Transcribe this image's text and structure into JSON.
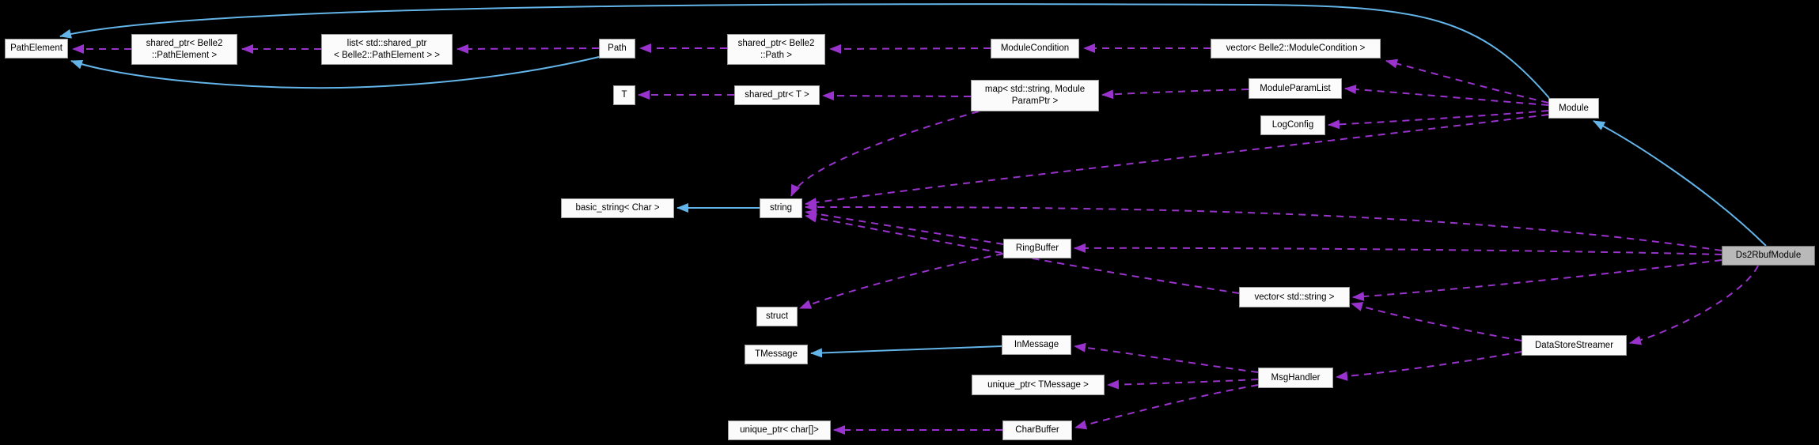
{
  "diagram": {
    "kind": "doxygen-collaboration-graph",
    "background_color": "#000000",
    "node_fill": "#fbfbfb",
    "node_border": "#9b9b9b",
    "highlight_node_fill": "#b9b9b9",
    "usage_edge_color": "#9a32cd",
    "inheritance_edge_color": "#63b4e8",
    "usage_edge_style": "dashed",
    "inheritance_edge_style": "solid"
  },
  "nodes": {
    "pathelement": {
      "label": "PathElement"
    },
    "shared_ptr_pathelement": {
      "label": "shared_ptr< Belle2\n::PathElement >"
    },
    "list_shared_ptr_pathelement": {
      "label": "list< std::shared_ptr\n< Belle2::PathElement > >"
    },
    "path": {
      "label": "Path"
    },
    "shared_ptr_path": {
      "label": "shared_ptr< Belle2\n::Path >"
    },
    "modulecondition": {
      "label": "ModuleCondition"
    },
    "vector_modulecondition": {
      "label": "vector< Belle2::ModuleCondition >"
    },
    "t": {
      "label": "T"
    },
    "shared_ptr_t": {
      "label": "shared_ptr< T >"
    },
    "map_moduleparamptr": {
      "label": "map< std::string, Module\nParamPtr >"
    },
    "moduleparamlist": {
      "label": "ModuleParamList"
    },
    "logconfig": {
      "label": "LogConfig"
    },
    "module": {
      "label": "Module"
    },
    "basic_string": {
      "label": "basic_string< Char >"
    },
    "string": {
      "label": "string"
    },
    "ringbuffer": {
      "label": "RingBuffer"
    },
    "ds2rbufmodule": {
      "label": "Ds2RbufModule"
    },
    "vector_string": {
      "label": "vector< std::string >"
    },
    "struct": {
      "label": "struct"
    },
    "tmessage": {
      "label": "TMessage"
    },
    "inmessage": {
      "label": "InMessage"
    },
    "datastorestreamer": {
      "label": "DataStoreStreamer"
    },
    "unique_ptr_tmessage": {
      "label": "unique_ptr< TMessage >"
    },
    "msghandler": {
      "label": "MsgHandler"
    },
    "unique_ptr_char": {
      "label": "unique_ptr< char[]>"
    },
    "charbuffer": {
      "label": "CharBuffer"
    }
  },
  "edges": [
    {
      "from": "shared_ptr_pathelement",
      "to": "pathelement",
      "relation": "usage"
    },
    {
      "from": "list_shared_ptr_pathelement",
      "to": "shared_ptr_pathelement",
      "relation": "usage"
    },
    {
      "from": "path",
      "to": "list_shared_ptr_pathelement",
      "relation": "usage"
    },
    {
      "from": "shared_ptr_path",
      "to": "path",
      "relation": "usage"
    },
    {
      "from": "modulecondition",
      "to": "shared_ptr_path",
      "relation": "usage"
    },
    {
      "from": "vector_modulecondition",
      "to": "modulecondition",
      "relation": "usage"
    },
    {
      "from": "module",
      "to": "vector_modulecondition",
      "relation": "usage"
    },
    {
      "from": "shared_ptr_t",
      "to": "t",
      "relation": "usage"
    },
    {
      "from": "map_moduleparamptr",
      "to": "shared_ptr_t",
      "relation": "usage"
    },
    {
      "from": "moduleparamlist",
      "to": "map_moduleparamptr",
      "relation": "usage"
    },
    {
      "from": "module",
      "to": "moduleparamlist",
      "relation": "usage"
    },
    {
      "from": "module",
      "to": "logconfig",
      "relation": "usage"
    },
    {
      "from": "module",
      "to": "string",
      "relation": "usage"
    },
    {
      "from": "map_moduleparamptr",
      "to": "string",
      "relation": "usage"
    },
    {
      "from": "ds2rbufmodule",
      "to": "string",
      "relation": "usage"
    },
    {
      "from": "ringbuffer",
      "to": "string",
      "relation": "usage"
    },
    {
      "from": "vector_string",
      "to": "string",
      "relation": "usage"
    },
    {
      "from": "ringbuffer",
      "to": "struct",
      "relation": "usage"
    },
    {
      "from": "ds2rbufmodule",
      "to": "ringbuffer",
      "relation": "usage"
    },
    {
      "from": "ds2rbufmodule",
      "to": "vector_string",
      "relation": "usage"
    },
    {
      "from": "ds2rbufmodule",
      "to": "datastorestreamer",
      "relation": "usage"
    },
    {
      "from": "datastorestreamer",
      "to": "vector_string",
      "relation": "usage"
    },
    {
      "from": "datastorestreamer",
      "to": "msghandler",
      "relation": "usage"
    },
    {
      "from": "msghandler",
      "to": "inmessage",
      "relation": "usage"
    },
    {
      "from": "msghandler",
      "to": "unique_ptr_tmessage",
      "relation": "usage"
    },
    {
      "from": "msghandler",
      "to": "charbuffer",
      "relation": "usage"
    },
    {
      "from": "charbuffer",
      "to": "unique_ptr_char",
      "relation": "usage"
    },
    {
      "from": "string",
      "to": "basic_string",
      "relation": "inheritance"
    },
    {
      "from": "inmessage",
      "to": "tmessage",
      "relation": "inheritance"
    },
    {
      "from": "path",
      "to": "pathelement",
      "relation": "inheritance"
    },
    {
      "from": "module",
      "to": "pathelement",
      "relation": "inheritance"
    },
    {
      "from": "ds2rbufmodule",
      "to": "module",
      "relation": "inheritance"
    }
  ]
}
